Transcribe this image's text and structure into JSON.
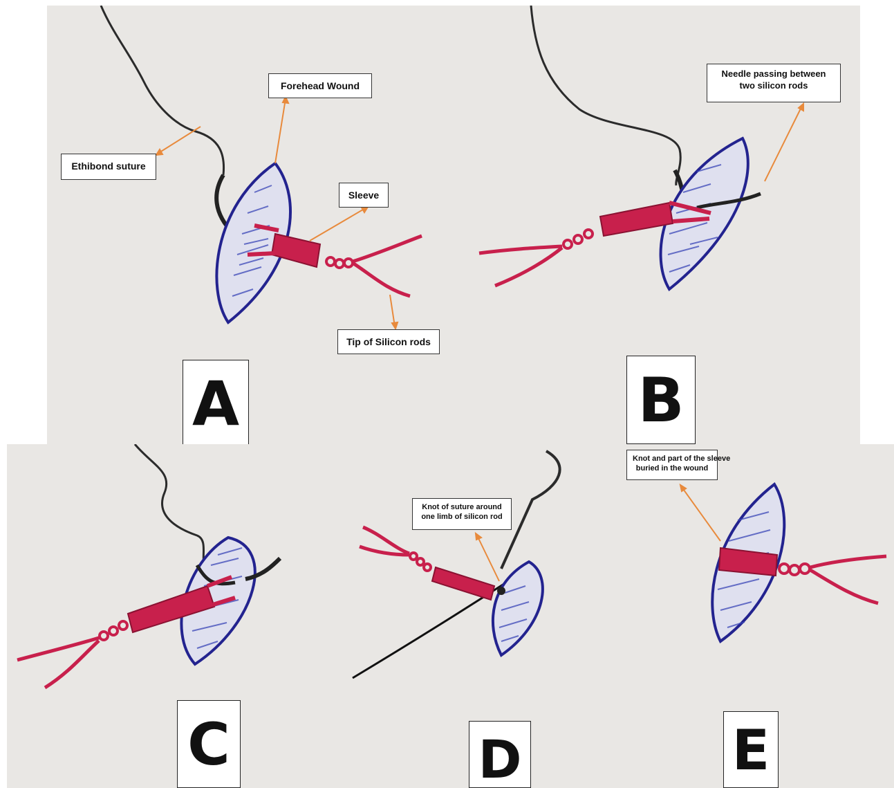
{
  "panels": {
    "a": {
      "letter": "A",
      "labels": {
        "ethibond": "Ethibond suture",
        "forehead": "Forehead Wound",
        "sleeve": "Sleeve",
        "tip": "Tip of Silicon rods"
      }
    },
    "b": {
      "letter": "B",
      "labels": {
        "needle_line1": "Needle passing between",
        "needle_line2": "two silicon rods"
      }
    },
    "c": {
      "letter": "C"
    },
    "d": {
      "letter": "D",
      "labels": {
        "knot_line1": "Knot of suture around",
        "knot_line2": "one limb of silicon rod"
      }
    },
    "e": {
      "letter": "E",
      "labels": {
        "buried_line1": "Knot and part of the sleeve",
        "buried_line2": "buried in the wound"
      }
    }
  },
  "colors": {
    "paper": "#e9e7e4",
    "wound_outline": "#23238f",
    "wound_hatch": "#3b47b8",
    "rod": "#c8204c",
    "suture": "#2b2b2b",
    "arrow": "#e88a3c"
  }
}
